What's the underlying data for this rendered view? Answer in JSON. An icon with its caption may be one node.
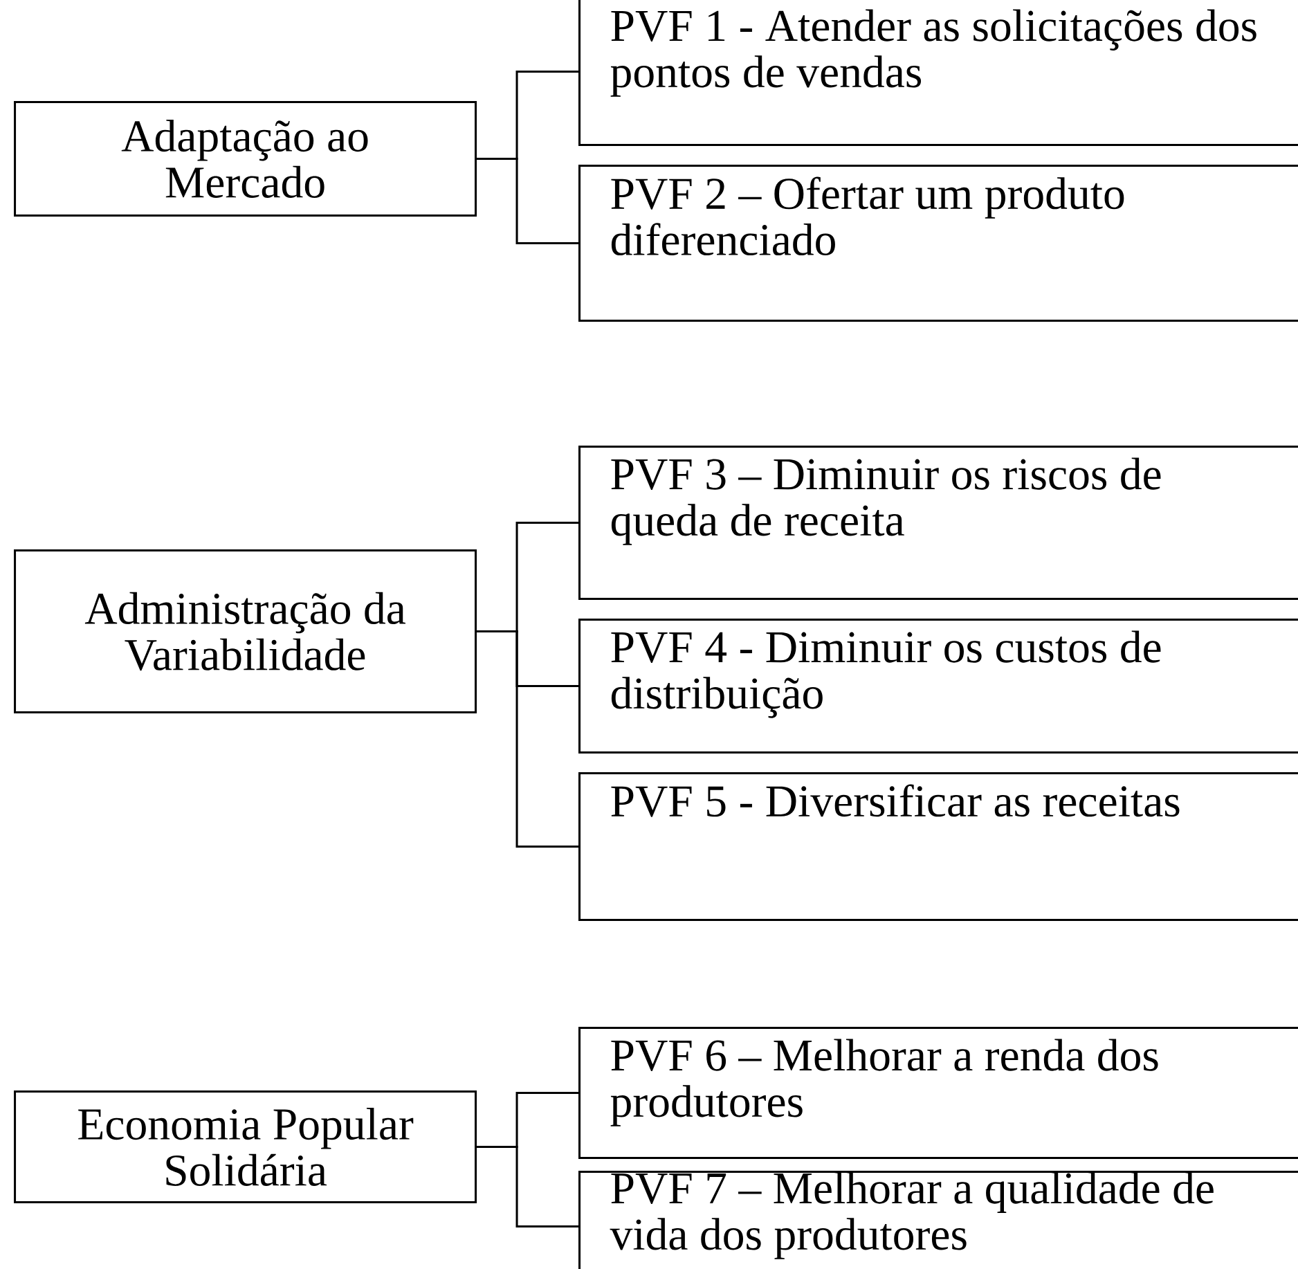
{
  "diagram": {
    "nodes": [
      {
        "text": [
          "Adaptação ao Mercado"
        ]
      },
      {
        "text": [
          "PVF 1 - Atender as solicitações dos pontos de vendas"
        ]
      },
      {
        "text": [
          "PVF 2 – Ofertar um produto diferenciado"
        ]
      },
      {
        "text": [
          "Administração da Variabilidade"
        ]
      },
      {
        "text": [
          "PVF 3 – Diminuir os riscos de queda de receita"
        ]
      },
      {
        "text": [
          "PVF 4 - Diminuir os custos de distribuição"
        ]
      },
      {
        "text": [
          "PVF 5 - Diversificar as receitas"
        ]
      },
      {
        "text": [
          "Economia Popular Solidária"
        ]
      },
      {
        "text": [
          "PVF 6 – Melhorar a renda dos produtores"
        ]
      },
      {
        "text": [
          "PVF 7 – Melhorar a qualidade de vida dos produtores"
        ]
      }
    ],
    "edges": [
      {
        "from": 0,
        "to": 1,
        "arrow": "none"
      },
      {
        "from": 0,
        "to": 2,
        "arrow": "none"
      },
      {
        "from": 3,
        "to": 4,
        "arrow": "none"
      },
      {
        "from": 3,
        "to": 5,
        "arrow": "none"
      },
      {
        "from": 3,
        "to": 6,
        "arrow": "none"
      },
      {
        "from": 7,
        "to": 8,
        "arrow": "none"
      },
      {
        "from": 7,
        "to": 9,
        "arrow": "none"
      }
    ]
  }
}
